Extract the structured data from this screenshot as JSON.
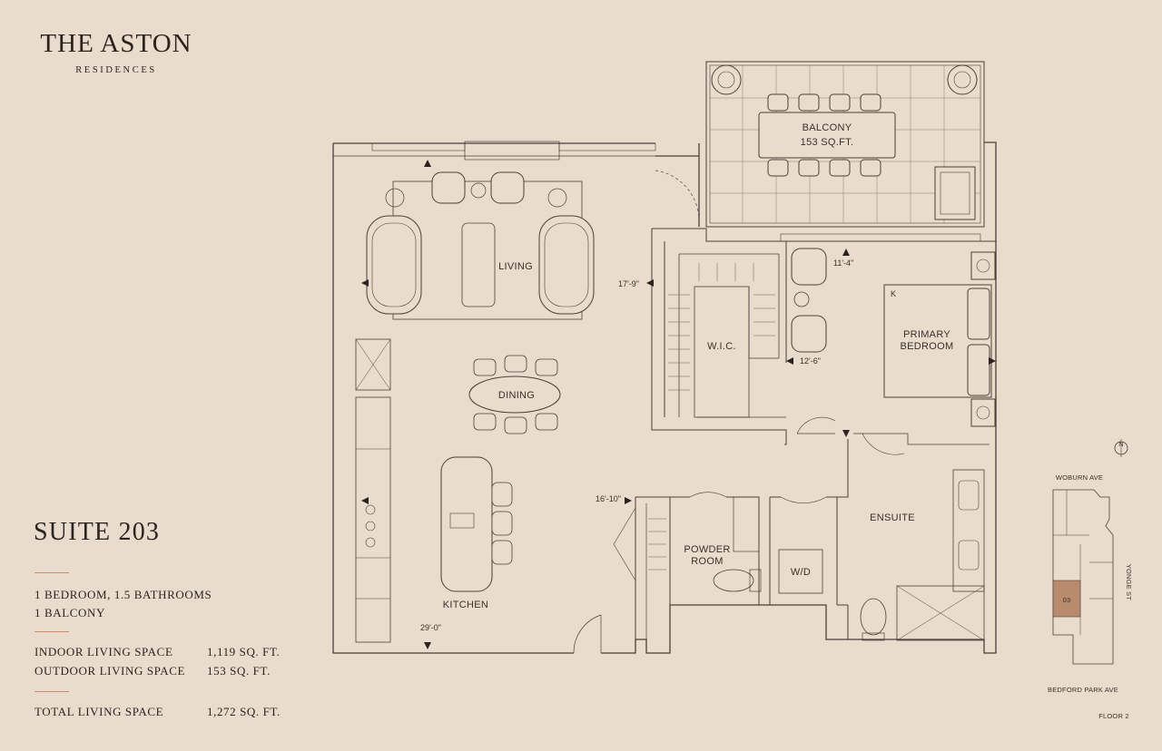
{
  "brand": {
    "name": "THE ASTON",
    "subtitle": "RESIDENCES"
  },
  "suite": {
    "title": "SUITE 203",
    "bedrooms_line": "1 BEDROOM, 1.5 BATHROOMS",
    "balcony_line": "1 BALCONY",
    "areas": [
      {
        "label": "INDOOR LIVING SPACE",
        "value": "1,119  SQ. FT."
      },
      {
        "label": "OUTDOOR LIVING SPACE",
        "value": "153  SQ. FT."
      }
    ],
    "total": {
      "label": "TOTAL LIVING SPACE",
      "value": "1,272  SQ. FT."
    }
  },
  "plan": {
    "rooms": {
      "balcony": "BALCONY",
      "balcony_area": "153 SQ.FT.",
      "living": "LIVING",
      "wic": "W.I.C.",
      "primary_bedroom_1": "PRIMARY",
      "primary_bedroom_2": "BEDROOM",
      "bed_marker": "K",
      "dining": "DINING",
      "kitchen": "KITCHEN",
      "powder_1": "POWDER",
      "powder_2": "ROOM",
      "wd": "W/D",
      "ensuite": "ENSUITE"
    },
    "dimensions": {
      "d_11_4": "11'-4\"",
      "d_17_9": "17'-9\"",
      "d_12_6": "12'-6\"",
      "d_16_10": "16'-10\"",
      "d_29_0": "29'-0\""
    }
  },
  "site_map": {
    "north": "N",
    "street_top": "WOBURN AVE",
    "street_right": "YONGE ST",
    "street_bottom": "BEDFORD PARK AVE",
    "unit_number": "03",
    "floor": "FLOOR 2",
    "highlight_color": "#b88a6e"
  }
}
